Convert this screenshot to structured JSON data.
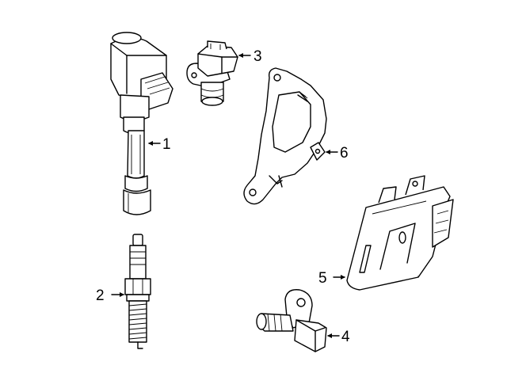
{
  "callouts": {
    "c1": "1",
    "c2": "2",
    "c3": "3",
    "c4": "4",
    "c5": "5",
    "c6": "6"
  },
  "icons": {
    "ignition_coil": "ignition-coil-icon",
    "spark_plug": "spark-plug-icon",
    "cam_sensor": "camshaft-sensor-icon",
    "crank_sensor": "crankshaft-sensor-icon",
    "ecm": "control-module-icon",
    "bracket": "mounting-bracket-icon"
  },
  "colors": {
    "line": "#000000",
    "background": "#ffffff"
  }
}
